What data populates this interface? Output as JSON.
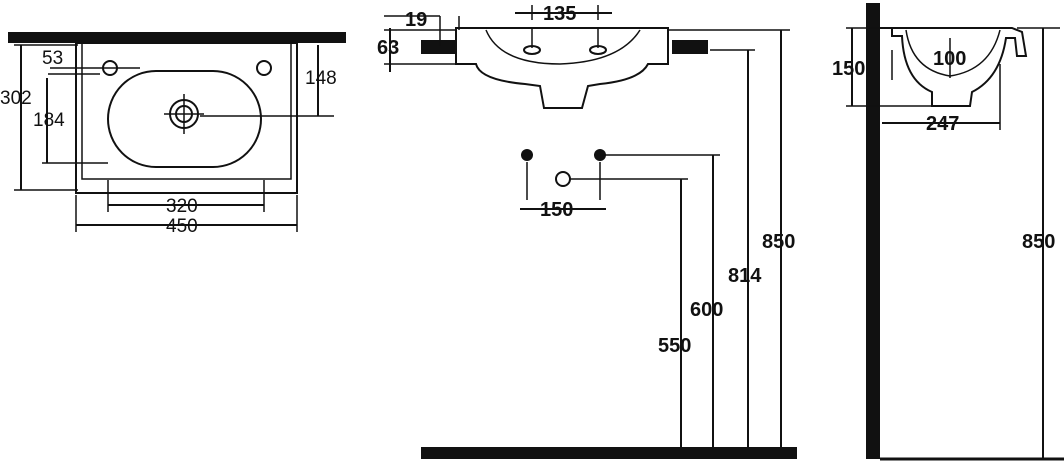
{
  "views": {
    "top": {
      "dim_53": "53",
      "dim_302": "302",
      "dim_184": "184",
      "dim_148": "148",
      "dim_320": "320",
      "dim_450": "450"
    },
    "front": {
      "dim_19": "19",
      "dim_135": "135",
      "dim_63": "63",
      "dim_150": "150",
      "dim_550": "550",
      "dim_600": "600",
      "dim_814": "814",
      "dim_850": "850"
    },
    "side": {
      "dim_150": "150",
      "dim_100": "100",
      "dim_247": "247",
      "dim_850": "850"
    }
  }
}
